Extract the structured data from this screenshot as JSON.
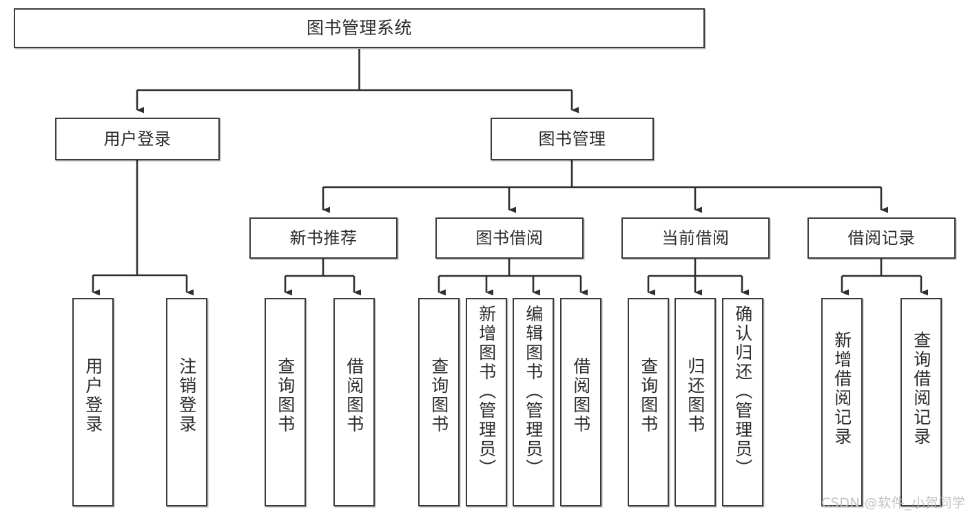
{
  "diagram": {
    "title": "图书管理系统",
    "type": "tree-hierarchy-chart",
    "orientation": "top-down",
    "colors": {
      "stroke": "#3b3b3b",
      "fill": "#ffffff",
      "text": "#2b2b2b",
      "background": "#ffffff",
      "watermark": "#c3c3c3"
    }
  },
  "nodes": {
    "root": {
      "label": "图书管理系统"
    },
    "level2": [
      {
        "id": "user-login",
        "label": "用户登录"
      },
      {
        "id": "book-manage",
        "label": "图书管理"
      }
    ],
    "level3": [
      {
        "id": "new-book-recommend",
        "label": "新书推荐"
      },
      {
        "id": "book-borrow",
        "label": "图书借阅"
      },
      {
        "id": "current-borrow",
        "label": "当前借阅"
      },
      {
        "id": "borrow-record",
        "label": "借阅记录"
      }
    ],
    "leaves": {
      "user_login": [
        {
          "id": "leaf-user-login",
          "label": "用户登录"
        },
        {
          "id": "leaf-logout-login",
          "label": "注销登录"
        }
      ],
      "new_book_recommend": [
        {
          "id": "leaf-query-book-1",
          "label": "查询图书"
        },
        {
          "id": "leaf-borrow-book-1",
          "label": "借阅图书"
        }
      ],
      "book_borrow": [
        {
          "id": "leaf-query-book-2",
          "label": "查询图书"
        },
        {
          "id": "leaf-add-book",
          "label": "新增图书（管理员）"
        },
        {
          "id": "leaf-edit-book",
          "label": "编辑图书（管理员）"
        },
        {
          "id": "leaf-borrow-book-2",
          "label": "借阅图书"
        }
      ],
      "current_borrow": [
        {
          "id": "leaf-query-book-3",
          "label": "查询图书"
        },
        {
          "id": "leaf-return-book",
          "label": "归还图书"
        },
        {
          "id": "leaf-confirm-return",
          "label": "确认归还（管理员）"
        }
      ],
      "borrow_record": [
        {
          "id": "leaf-add-record",
          "label": "新增借阅记录"
        },
        {
          "id": "leaf-query-record",
          "label": "查询借阅记录"
        }
      ]
    }
  },
  "watermark": {
    "text": "CSDN @软件_小贺同学"
  }
}
